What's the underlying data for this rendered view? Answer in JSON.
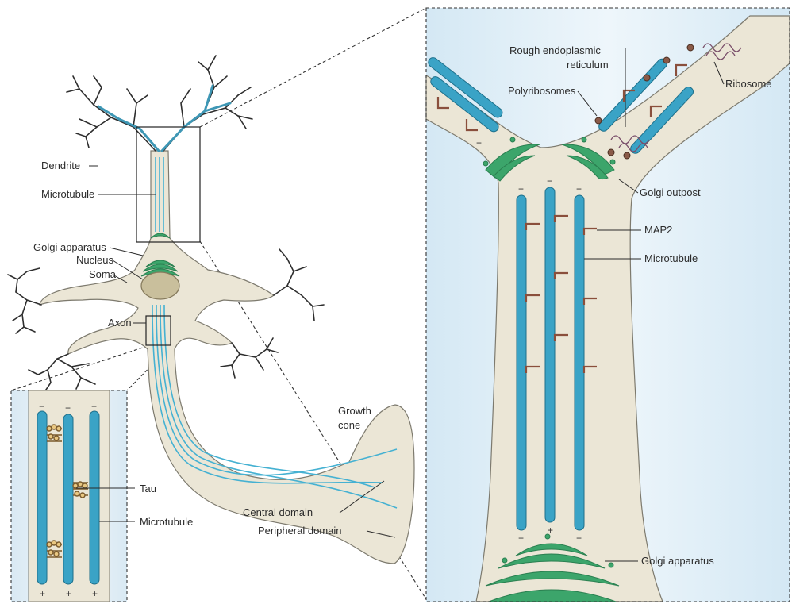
{
  "labels": {
    "dendrite": "Dendrite",
    "microtubule_main": "Microtubule",
    "golgi_apparatus_main": "Golgi apparatus",
    "nucleus": "Nucleus",
    "soma": "Soma",
    "axon": "Axon",
    "tau": "Tau",
    "microtubule_axon": "Microtubule",
    "growth_cone_1": "Growth",
    "growth_cone_2": "cone",
    "central_domain": "Central domain",
    "peripheral_domain": "Peripheral domain",
    "rer_1": "Rough endoplasmic",
    "rer_2": "reticulum",
    "polyribosomes": "Polyribosomes",
    "ribosome": "Ribosome",
    "golgi_outpost": "Golgi outpost",
    "map2": "MAP2",
    "microtubule_dendrite": "Microtubule",
    "golgi_apparatus_dendrite": "Golgi apparatus"
  },
  "polarity": {
    "plus": "+",
    "minus": "−"
  },
  "colors": {
    "cytoplasm": "#ebe6d6",
    "microtubule": "#3aa3c6",
    "map2": "#8a4f3c",
    "golgi": "#3ca56b",
    "inset_background": "#dcecf6"
  }
}
